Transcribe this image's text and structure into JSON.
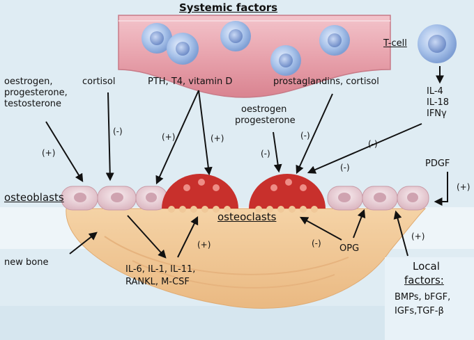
{
  "title": "Systemic factors",
  "tcell_label": "T-cell",
  "labels": {
    "hormones_left": [
      "oestrogen,",
      "progesterone,",
      "testosterone"
    ],
    "cortisol": "cortisol",
    "pth": "PTH, T4, vitamin D",
    "prostaglandins": "prostaglandins, cortisol",
    "oestrogen_mid": [
      "oestrogen",
      "progesterone"
    ],
    "interleukins": [
      "IL-4",
      "IL-18",
      "IFNγ"
    ],
    "pdgf": "PDGF",
    "osteoblasts": "osteoblasts",
    "osteoclasts": "osteoclasts",
    "new_bone": "new bone",
    "cytokines": [
      "IL-6, IL-1, IL-11,",
      "RANKL, M-CSF"
    ],
    "opg": "OPG",
    "local_title": [
      "Local",
      "factors:"
    ],
    "local_items": [
      "BMPs, bFGF,",
      "IGFs,TGF-β"
    ]
  },
  "signs": {
    "plus": "(+)",
    "minus": "(-)"
  },
  "colors": {
    "background": "#dfecf3",
    "vessel": "#e8a3ad",
    "blood_cell": "#a9c3ea",
    "bone": "#f0c899",
    "osteoblast": "#ebd3da",
    "osteoclast": "#c8302c",
    "arrow": "#111111"
  }
}
